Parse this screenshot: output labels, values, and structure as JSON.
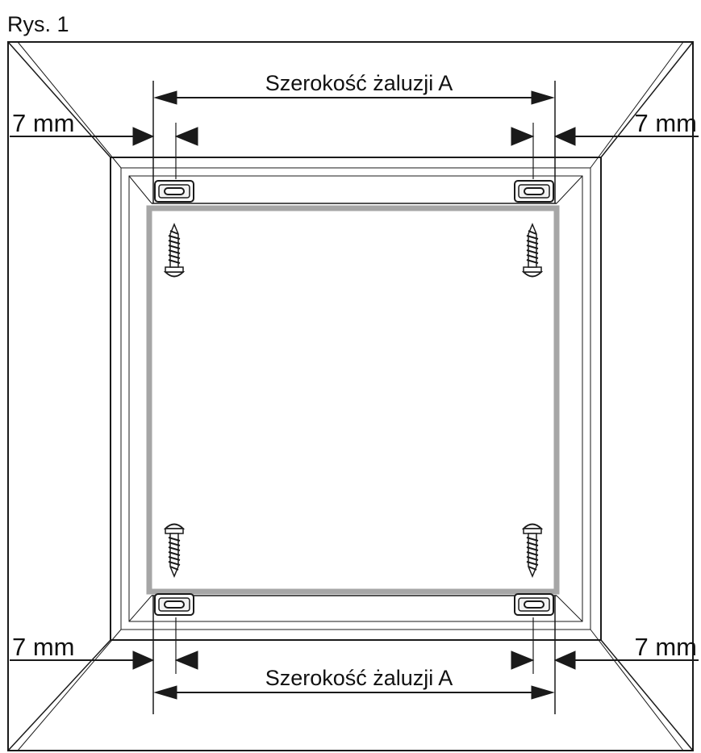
{
  "figure": {
    "label": "Rys. 1"
  },
  "dimensions": {
    "width_label_top": "Szerokość żaluzji A",
    "width_label_bottom": "Szerokość żaluzji A",
    "offset_top_left": "7 mm",
    "offset_top_right": "7 mm",
    "offset_bottom_left": "7 mm",
    "offset_bottom_right": "7 mm"
  },
  "parts": {
    "bracket_count": 4,
    "screw_count": 4
  },
  "colors": {
    "line": "#1a1a1a",
    "rail": "#a6a6a6",
    "background": "#ffffff"
  },
  "icons": [
    "mounting-bracket-icon",
    "screw-icon",
    "dimension-arrow-icon"
  ]
}
